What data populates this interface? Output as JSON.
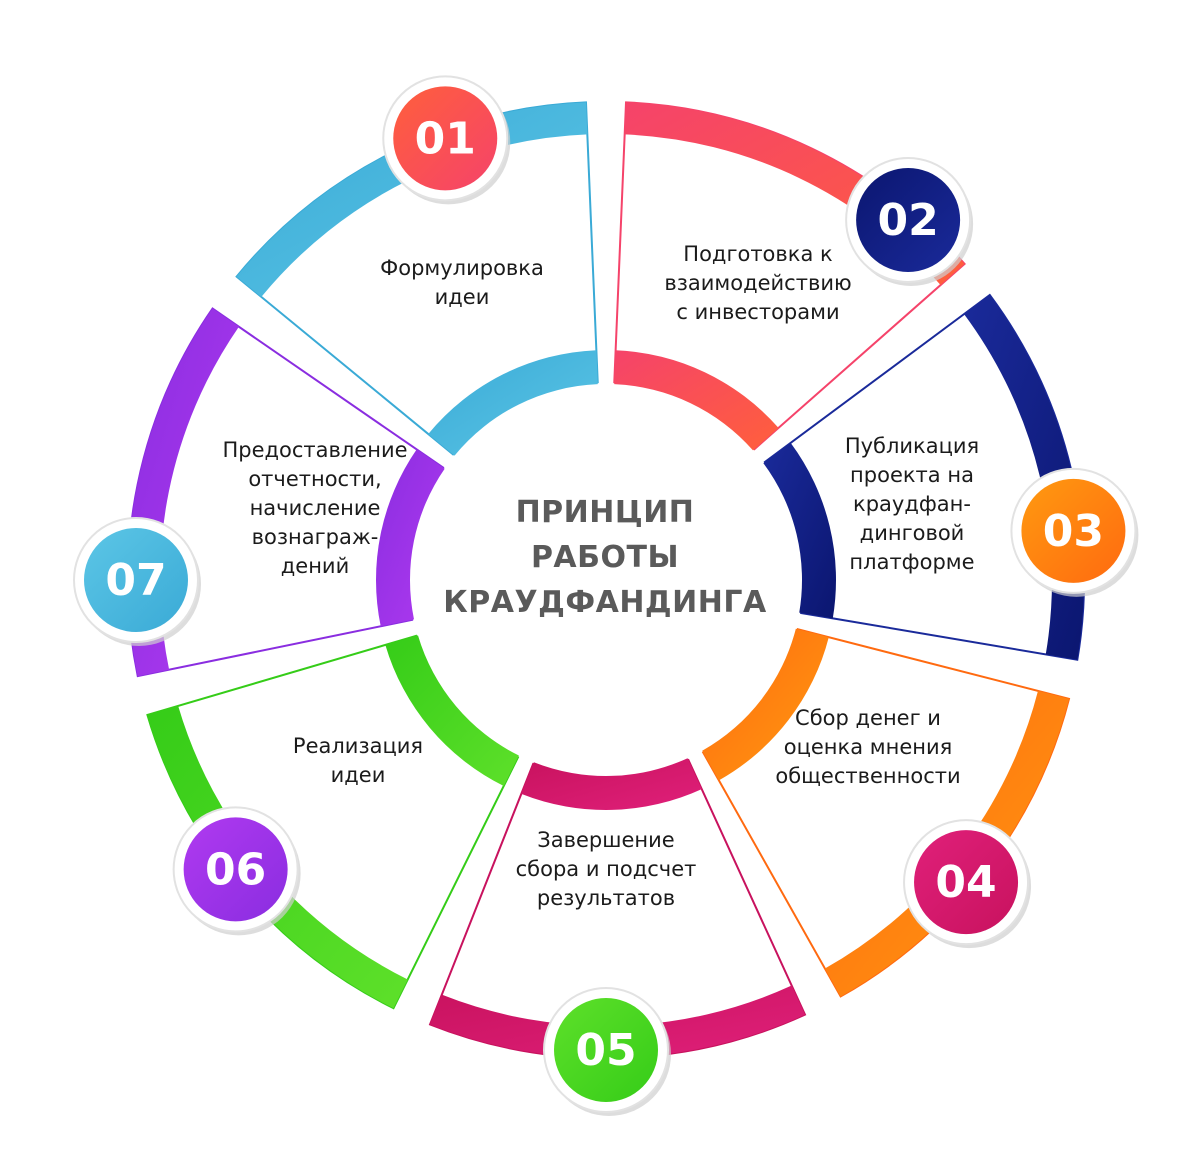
{
  "title": "ПРИНЦИП\nРАБОТЫ\nКРАУДФАНДИНГА",
  "steps": [
    {
      "number": "01",
      "label": "Формулировка\nидеи",
      "color": "#f5436a",
      "color2": "#ff5f3c"
    },
    {
      "number": "02",
      "label": "Подготовка к\nвзаимодействию\nс инвесторами",
      "color": "#1a2a9a",
      "color2": "#0b1670"
    },
    {
      "number": "03",
      "label": "Публикация\nпроекта на\nкраудфан-\nдинговой\nплатформе",
      "color": "#ff6a10",
      "color2": "#ff9a10"
    },
    {
      "number": "04",
      "label": "Сбор денег и\nоценка мнения\nобщественности",
      "color": "#c8125e",
      "color2": "#e0207a"
    },
    {
      "number": "05",
      "label": "Завершение\nсбора и подсчет\nрезультатов",
      "color": "#35cc18",
      "color2": "#5ee02a"
    },
    {
      "number": "06",
      "label": "Реализация\nидеи",
      "color": "#8a2de0",
      "color2": "#b03af0"
    },
    {
      "number": "07",
      "label": "Предоставление\nотчетности,\nначисление\nвознаграж-\nдений",
      "color": "#3aaad6",
      "color2": "#5cc6e6"
    }
  ]
}
